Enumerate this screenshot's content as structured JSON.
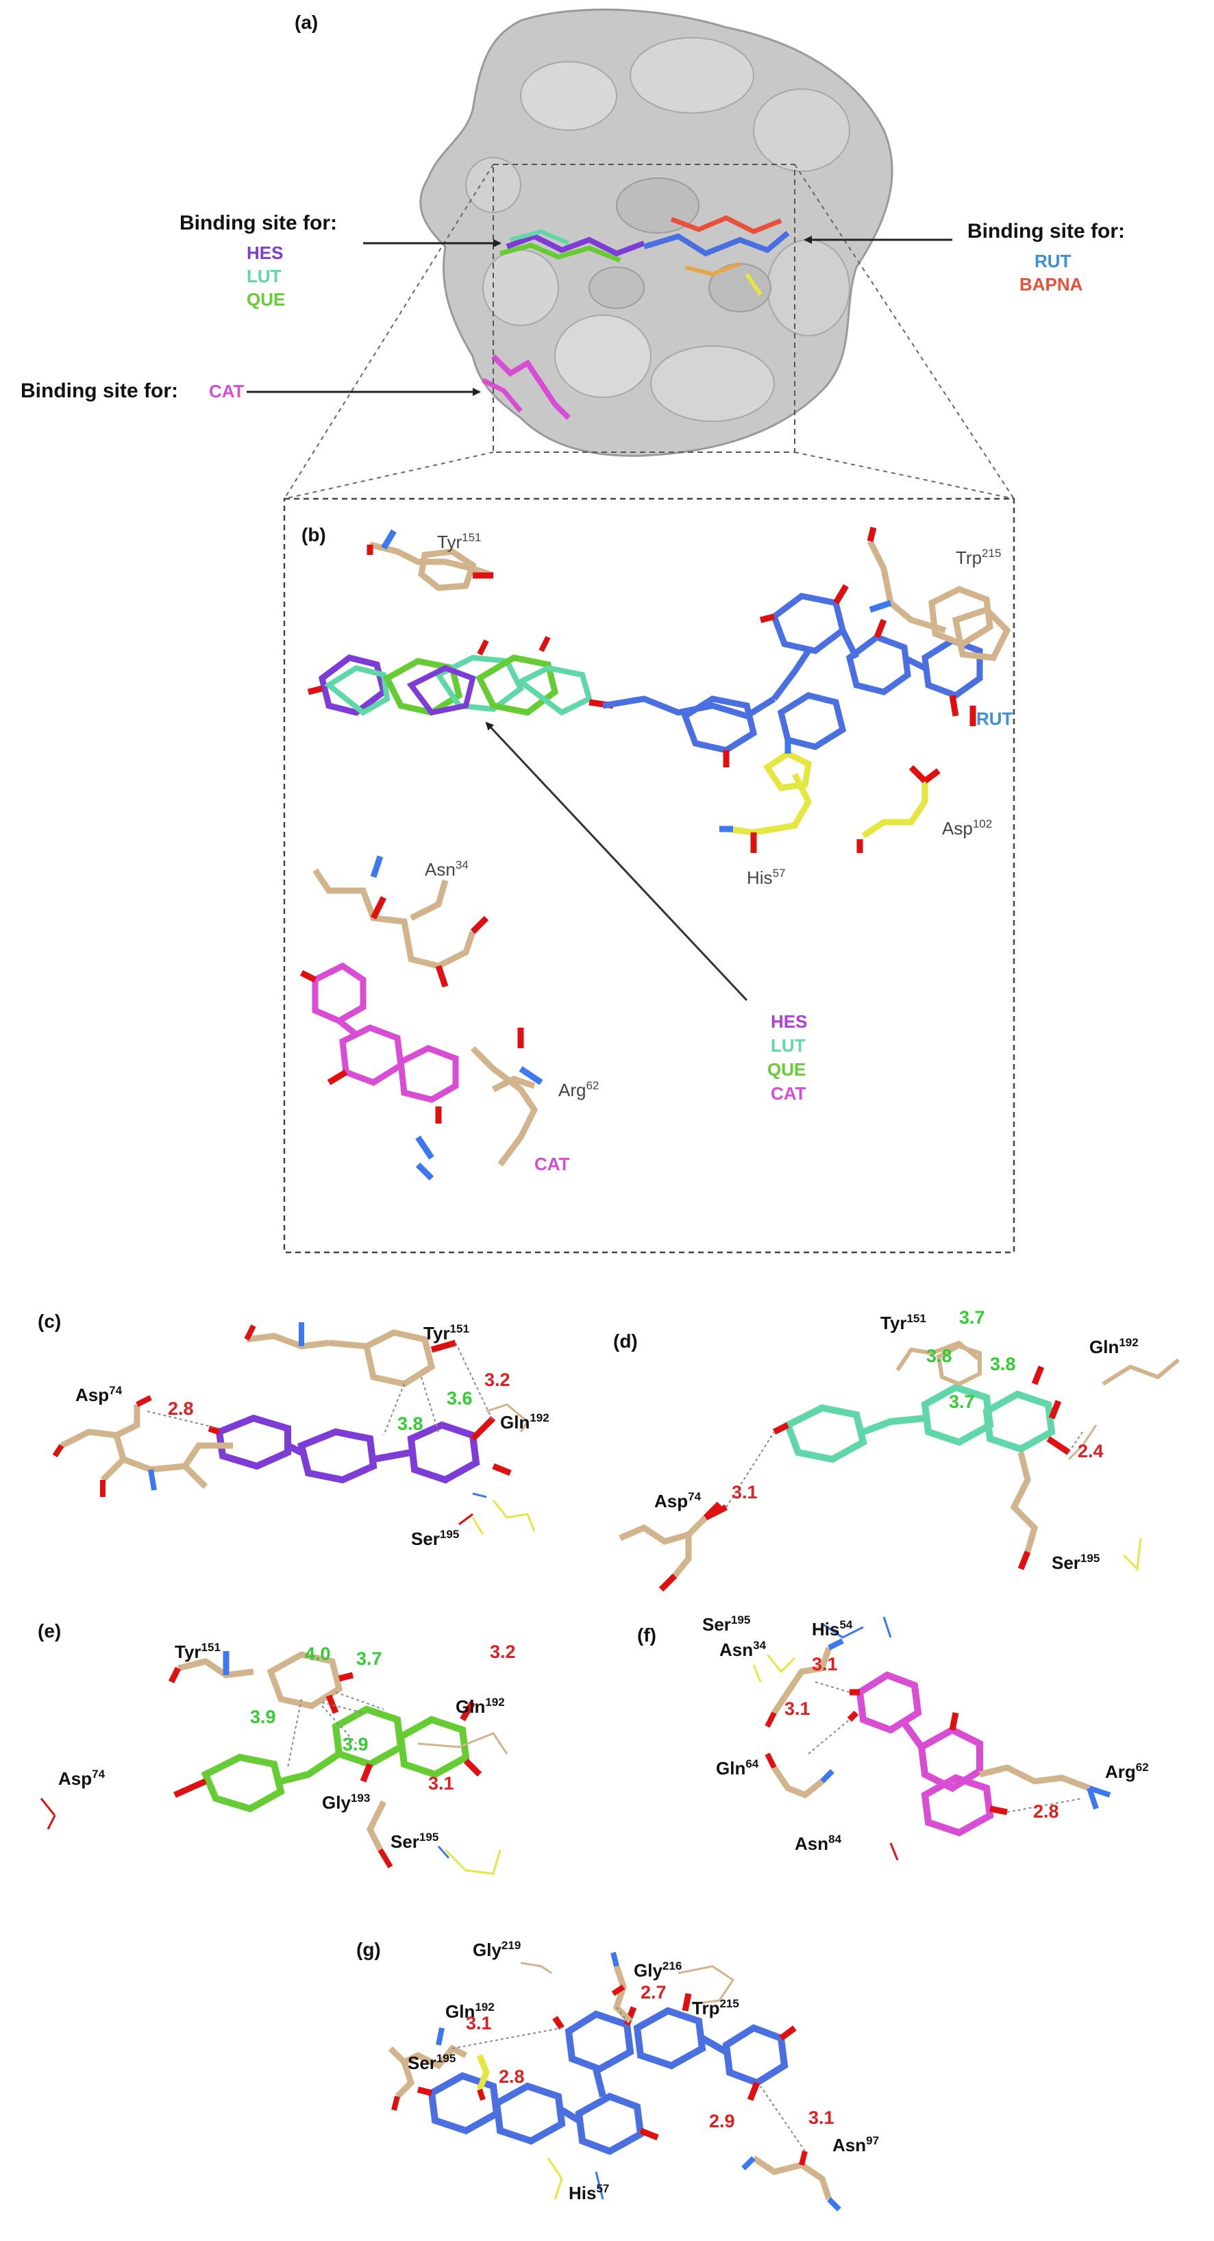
{
  "colors": {
    "hes": "#7d3cd6",
    "lut": "#5fd7a8",
    "que": "#66cc33",
    "cat": "#d94cd4",
    "rut": "#4a6fe0",
    "bapna": "#e8503a",
    "tan": "#d2b48c",
    "his": "#e6e640",
    "surface": "#c4c4c4",
    "oxygen": "#e01010",
    "nitrogen": "#3d78f0",
    "distance_green": "#33cc33",
    "distance_red": "#e02020"
  },
  "panels": {
    "a": "(a)",
    "b": "(b)",
    "c": "(c)",
    "d": "(d)",
    "e": "(e)",
    "f": "(f)",
    "g": "(g)"
  },
  "panel_a": {
    "binding_site_for": "Binding site for:",
    "left_ligands": [
      "HES",
      "LUT",
      "QUE"
    ],
    "right_ligands": [
      "RUT",
      "BAPNA"
    ],
    "cat_ligand": "CAT"
  },
  "panel_b": {
    "tyr151": {
      "name": "Tyr",
      "num": "151"
    },
    "trp215": {
      "name": "Trp",
      "num": "215"
    },
    "rut_label": "RUT",
    "asp102": {
      "name": "Asp",
      "num": "102"
    },
    "his57": {
      "name": "His",
      "num": "57"
    },
    "asn34": {
      "name": "Asn",
      "num": "34"
    },
    "arg62": {
      "name": "Arg",
      "num": "62"
    },
    "cat_label": "CAT",
    "legend": [
      "HES",
      "LUT",
      "QUE",
      "CAT"
    ]
  },
  "panel_c": {
    "tyr151": {
      "name": "Tyr",
      "num": "151"
    },
    "gln192": {
      "name": "Gln",
      "num": "192"
    },
    "asp74": {
      "name": "Asp",
      "num": "74"
    },
    "ser195": {
      "name": "Ser",
      "num": "195"
    },
    "d_28": "2.8",
    "d_32": "3.2",
    "d_36": "3.6",
    "d_38": "3.8"
  },
  "panel_d": {
    "tyr151": {
      "name": "Tyr",
      "num": "151"
    },
    "gln192": {
      "name": "Gln",
      "num": "192"
    },
    "asp74": {
      "name": "Asp",
      "num": "74"
    },
    "ser195": {
      "name": "Ser",
      "num": "195"
    },
    "d_37a": "3.7",
    "d_38a": "3.8",
    "d_38b": "3.8",
    "d_37b": "3.7",
    "d_24": "2.4",
    "d_31": "3.1"
  },
  "panel_e": {
    "tyr151": {
      "name": "Tyr",
      "num": "151"
    },
    "gln192": {
      "name": "Gln",
      "num": "192"
    },
    "asp74": {
      "name": "Asp",
      "num": "74"
    },
    "gly193": {
      "name": "Gly",
      "num": "193"
    },
    "ser195": {
      "name": "Ser",
      "num": "195"
    },
    "d_40": "4.0",
    "d_37": "3.7",
    "d_39a": "3.9",
    "d_39b": "3.9",
    "d_32": "3.2",
    "d_31": "3.1"
  },
  "panel_f": {
    "ser195": {
      "name": "Ser",
      "num": "195"
    },
    "his54": {
      "name": "His",
      "num": "54"
    },
    "asn34": {
      "name": "Asn",
      "num": "34"
    },
    "gln64": {
      "name": "Gln",
      "num": "64"
    },
    "arg62": {
      "name": "Arg",
      "num": "62"
    },
    "asn84": {
      "name": "Asn",
      "num": "84"
    },
    "d_31a": "3.1",
    "d_31b": "3.1",
    "d_28": "2.8"
  },
  "panel_g": {
    "gly219": {
      "name": "Gly",
      "num": "219"
    },
    "gly216": {
      "name": "Gly",
      "num": "216"
    },
    "trp215": {
      "name": "Trp",
      "num": "215"
    },
    "gln192": {
      "name": "Gln",
      "num": "192"
    },
    "ser195": {
      "name": "Ser",
      "num": "195"
    },
    "his57": {
      "name": "His",
      "num": "57"
    },
    "asn97": {
      "name": "Asn",
      "num": "97"
    },
    "d_31a": "3.1",
    "d_27": "2.7",
    "d_28": "2.8",
    "d_29": "2.9",
    "d_31b": "3.1"
  }
}
